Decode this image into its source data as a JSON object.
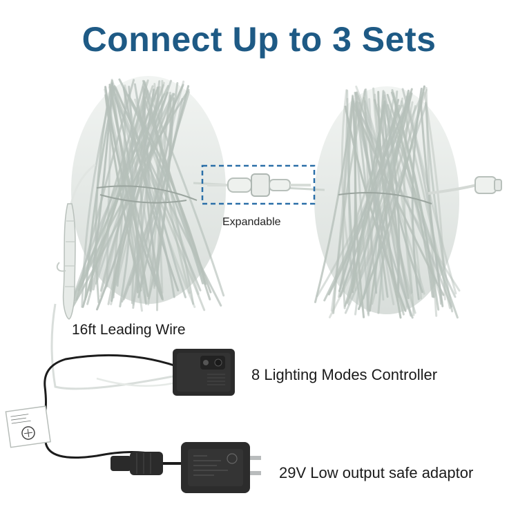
{
  "headline": "Connect Up to 3 Sets",
  "labels": {
    "expandable": "Expandable",
    "leading_wire": "16ft Leading Wire",
    "controller": "8 Lighting Modes Controller",
    "adaptor": "29V Low output safe adaptor"
  },
  "colors": {
    "headline": "#1e5a85",
    "highlight_box": "#2a6fa8",
    "strands": "#c9d2cc",
    "cable": "#1c1c1c",
    "device_body": "#2b2b2b"
  },
  "icons": [
    "light-bundle-icon",
    "connector-icon",
    "controller-icon",
    "adaptor-plug-icon",
    "certification-tag-icon"
  ]
}
